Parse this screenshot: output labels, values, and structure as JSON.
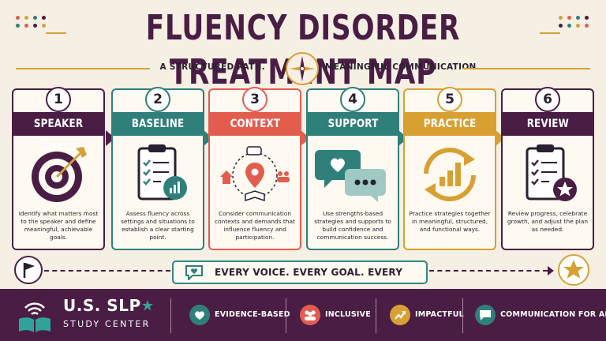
{
  "header": {
    "title": "FLUENCY DISORDER TREATMENT MAP",
    "subtitle_left": "A STRUCTURED PATH.",
    "subtitle_right": "MEANINGFUL COMMUNICATION."
  },
  "colors": {
    "purple": "#4a1d45",
    "teal": "#2f7f7a",
    "coral": "#e35d4f",
    "gold": "#d8a032",
    "background": "#f6efe3"
  },
  "steps": [
    {
      "number": "1",
      "title": "SPEAKER GOALS",
      "icon": "target-icon",
      "description": "Identify what matters most to the speaker and define meaningful, achievable goals.",
      "color": "#4a1d45"
    },
    {
      "number": "2",
      "title": "BASELINE",
      "icon": "clipboard-chart-icon",
      "description": "Assess fluency across settings and situations to establish a clear starting point.",
      "color": "#2f7f7a"
    },
    {
      "number": "3",
      "title": "CONTEXT",
      "icon": "context-map-icon",
      "description": "Consider communication contexts and demands that influence fluency and participation.",
      "color": "#e35d4f"
    },
    {
      "number": "4",
      "title": "SUPPORT",
      "icon": "speech-bubbles-icon",
      "description": "Use strengths-based strategies and supports to build confidence and communication success.",
      "color": "#2f7f7a"
    },
    {
      "number": "5",
      "title": "PRACTICE",
      "icon": "cycle-chart-icon",
      "description": "Practice strategies together in meaningful, structured, and functional ways.",
      "color": "#d8a032"
    },
    {
      "number": "6",
      "title": "REVIEW",
      "icon": "clipboard-star-icon",
      "description": "Review progress, celebrate growth, and adjust the plan as needed.",
      "color": "#4a1d45"
    }
  ],
  "tagline": "EVERY VOICE. EVERY GOAL. EVERY STEP FORWARD.",
  "footer": {
    "brand_line1": "U.S. SLP",
    "brand_line2": "STUDY CENTER",
    "features": [
      {
        "label": "EVIDENCE-BASED",
        "icon": "heart-icon",
        "color": "#2f7f7a"
      },
      {
        "label": "INCLUSIVE",
        "icon": "people-icon",
        "color": "#e35d4f"
      },
      {
        "label": "IMPACTFUL",
        "icon": "trend-arrow-icon",
        "color": "#d8a032"
      },
      {
        "label": "COMMUNICATION FOR ALL",
        "icon": "speech-bubble-icon",
        "color": "#2f7f7a"
      }
    ]
  }
}
